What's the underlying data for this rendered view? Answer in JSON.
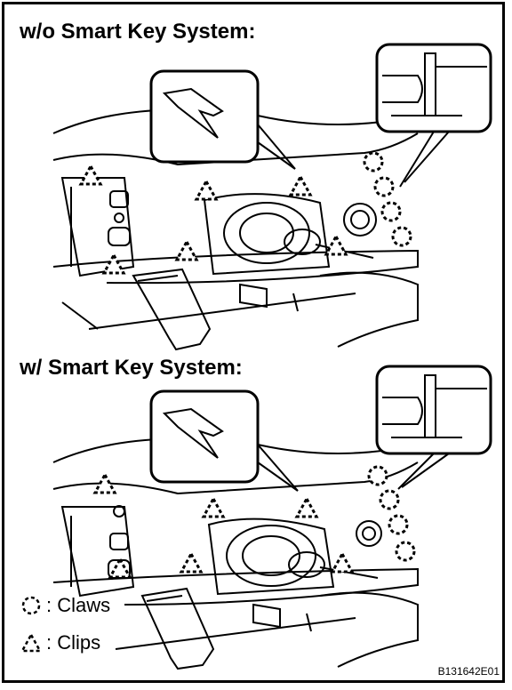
{
  "titles": {
    "without_smart_key": "w/o Smart Key System:",
    "with_smart_key": "w/ Smart Key System:"
  },
  "legend": {
    "claws": ": Claws",
    "clips": ": Clips",
    "claws_icon": "dashed-circle-icon",
    "clips_icon": "dashed-triangle-icon"
  },
  "figure_code": "B131642E01"
}
